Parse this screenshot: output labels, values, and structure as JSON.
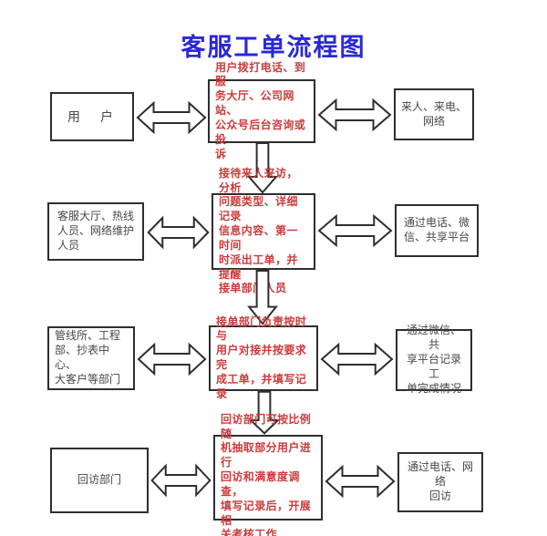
{
  "title": "客服工单流程图",
  "colors": {
    "title_color": "#2a28d8",
    "center_text": "#cc3b3b",
    "border_color": "#2e2e2e",
    "side_text": "#474747"
  },
  "icons": {
    "horizontal_arrow": "left-right-double-outline-arrow",
    "vertical_arrow": "down-outline-arrow"
  },
  "rows": [
    {
      "left": "用　户",
      "center": "用户拨打电话、到服\n务大厅、公司网站、\n公众号后台咨询或投\n诉",
      "right": "来人、来电、\n网络"
    },
    {
      "left": "客服大厅、热线\n人员、网络维护\n人员",
      "center": "接待来人来访，分析\n问题类型、详细记录\n信息内容、第一时间\n时派出工单，并提醒\n接单部门人员",
      "right": "通过电话、微\n信、共享平台"
    },
    {
      "left": "管线所、工程\n部、抄表中心、\n大客户等部门",
      "center": "接单部门负责按时与\n用户对接并按要求完\n成工单，并填写记录",
      "right": "通过微信、共\n享平台记录工\n单完成情况"
    },
    {
      "left": "回访部门",
      "center": "回访部门可按比例随\n机抽取部分用户进行\n回访和满意度调查，\n填写记录后，开展相\n关考核工作",
      "right": "通过电话、网络\n回访"
    }
  ]
}
